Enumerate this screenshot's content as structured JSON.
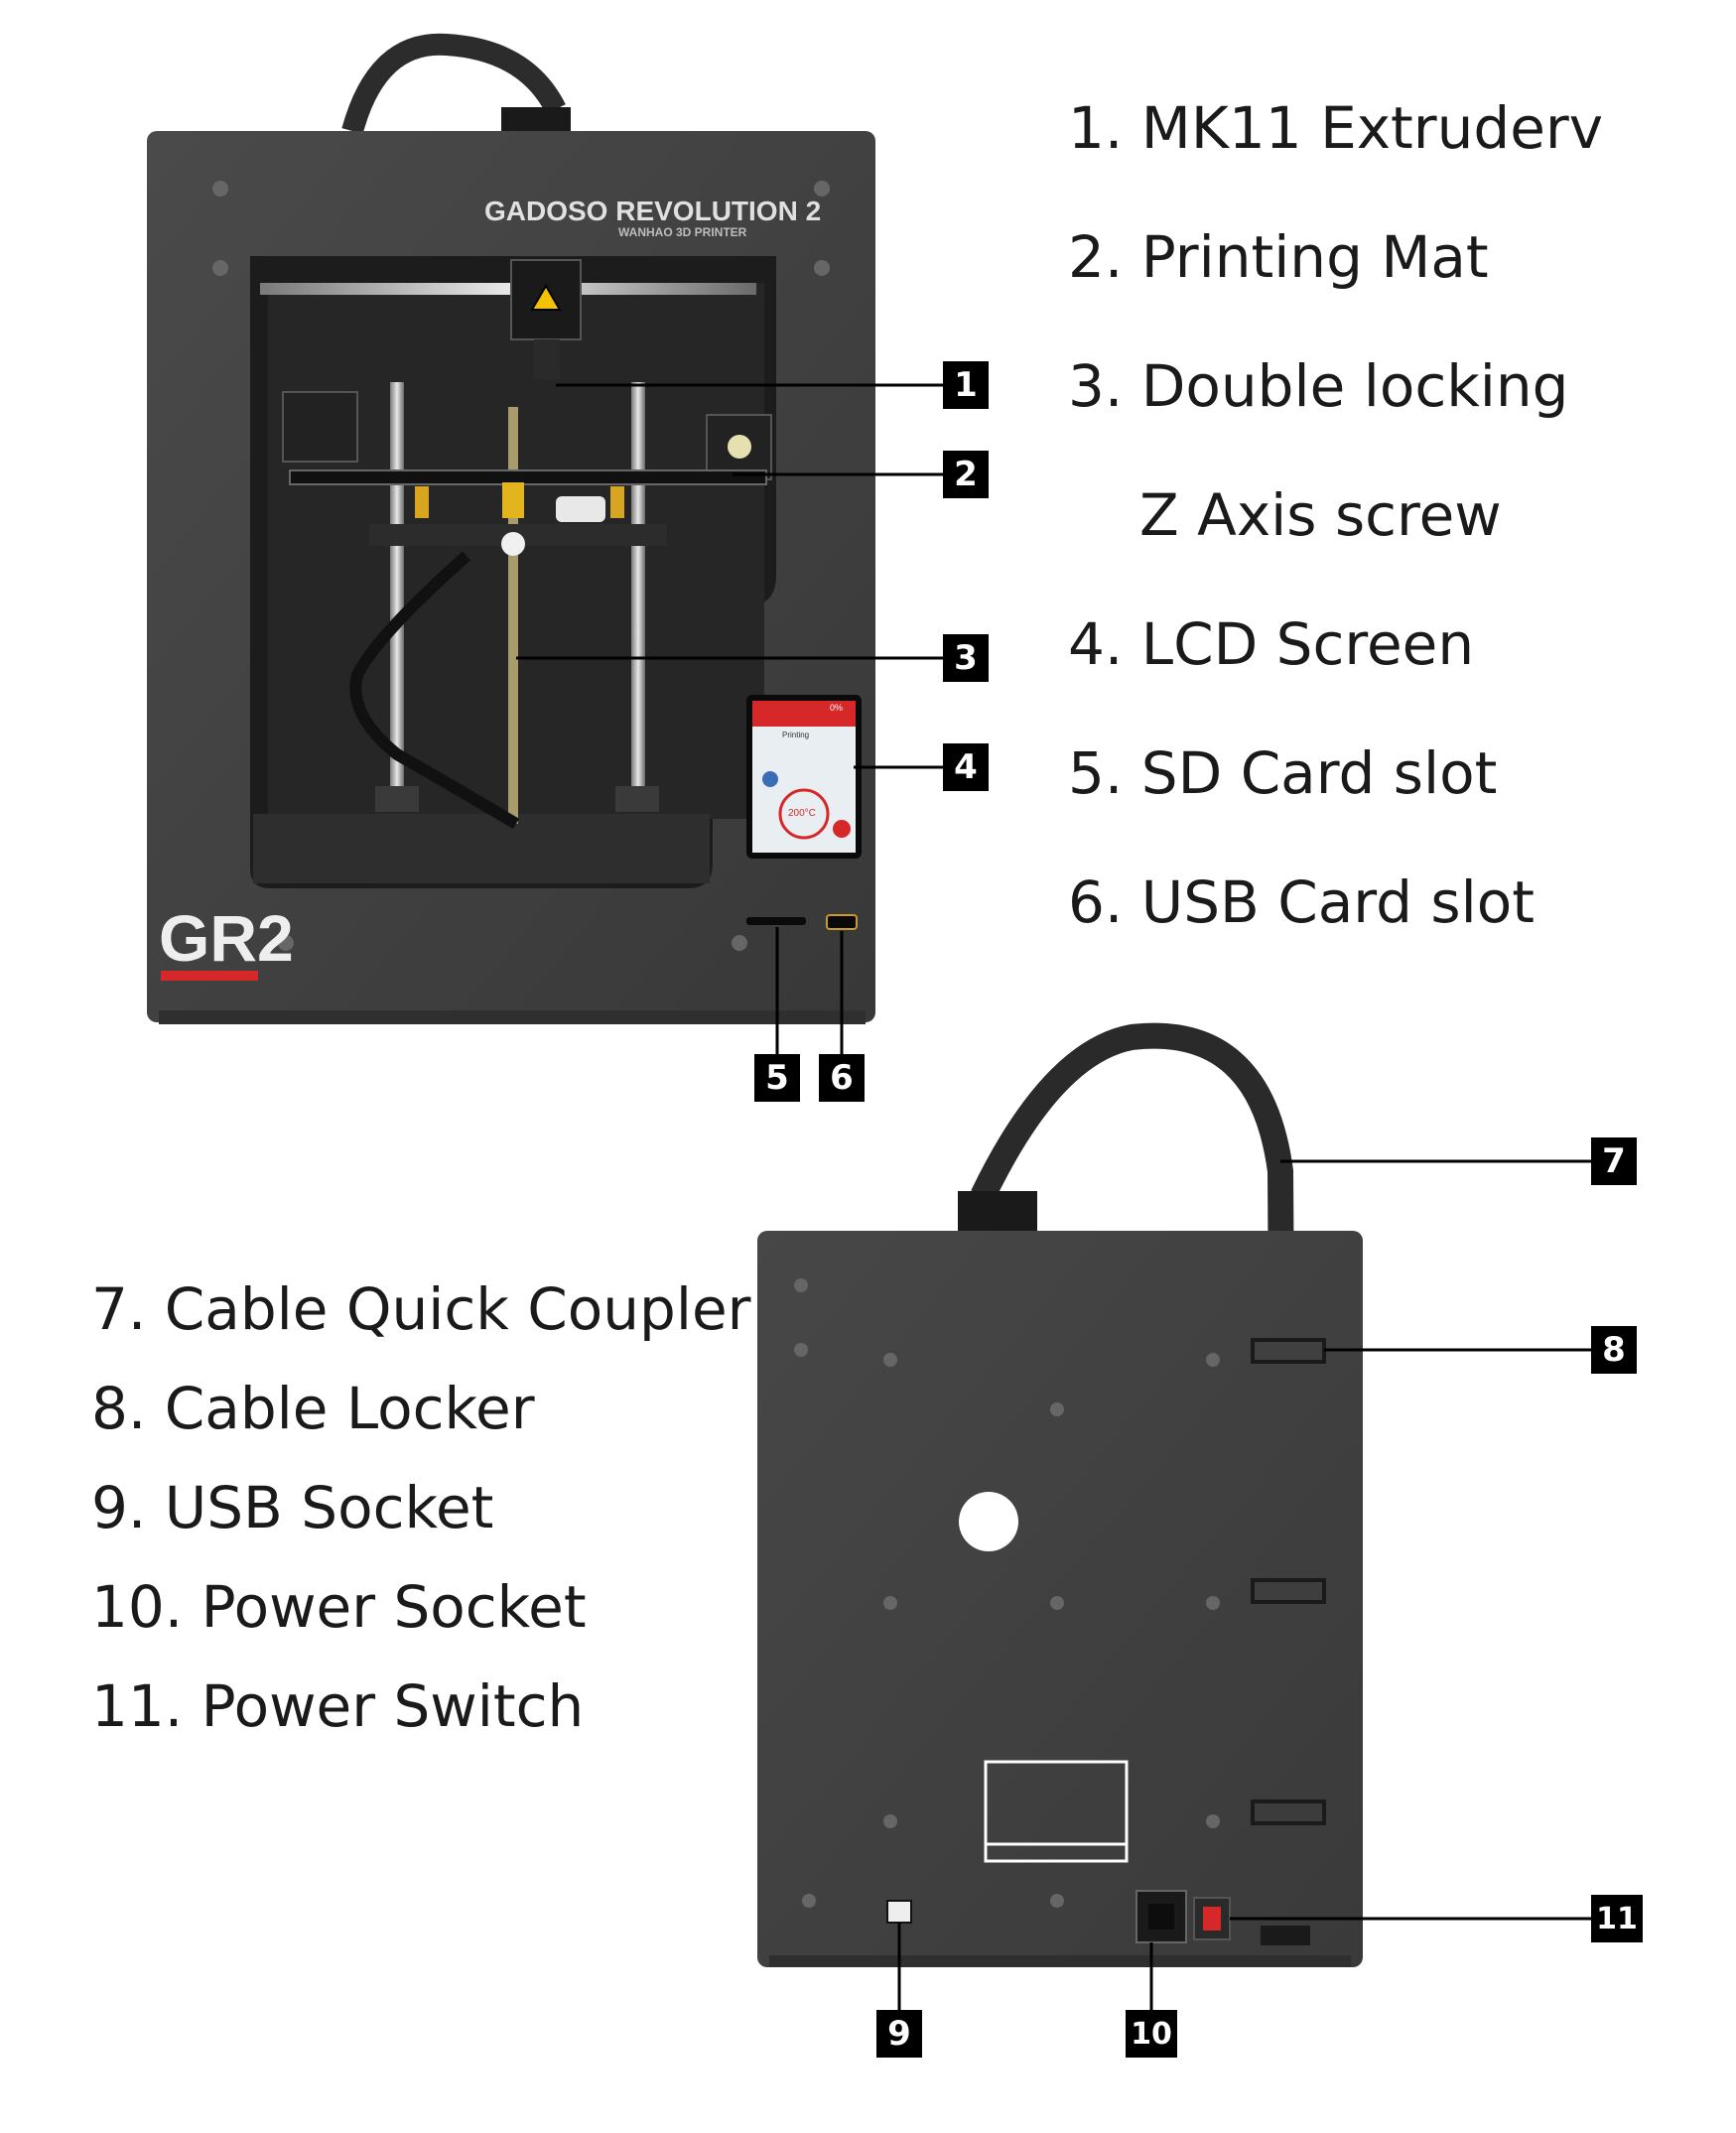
{
  "front": {
    "brand_title": "GADOSO REVOLUTION 2",
    "brand_subtitle": "WANHAO 3D PRINTER",
    "logo": "GR2",
    "lcd": {
      "status": "Printing",
      "percent": "0%",
      "temp": "200°C"
    }
  },
  "labels": [
    "1. MK11 Extruderv",
    "2. Printing Mat",
    "3. Double locking",
    "Z Axis screw",
    "4. LCD Screen",
    "5. SD Card slot",
    "6. USB Card slot",
    "7. Cable Quick Coupler",
    "8. Cable Locker",
    "9. USB Socket",
    "10. Power Socket",
    "11. Power Switch"
  ],
  "callouts": [
    "1",
    "2",
    "3",
    "4",
    "5",
    "6",
    "7",
    "8",
    "9",
    "10",
    "11"
  ],
  "colors": {
    "body": "#3d3d3d",
    "frame_dark": "#2a2a2a",
    "accent_red": "#d62828",
    "callout_bg": "#000000"
  },
  "icons": [
    "warning-icon",
    "power-switch-icon",
    "power-socket-icon",
    "usb-socket-icon"
  ]
}
